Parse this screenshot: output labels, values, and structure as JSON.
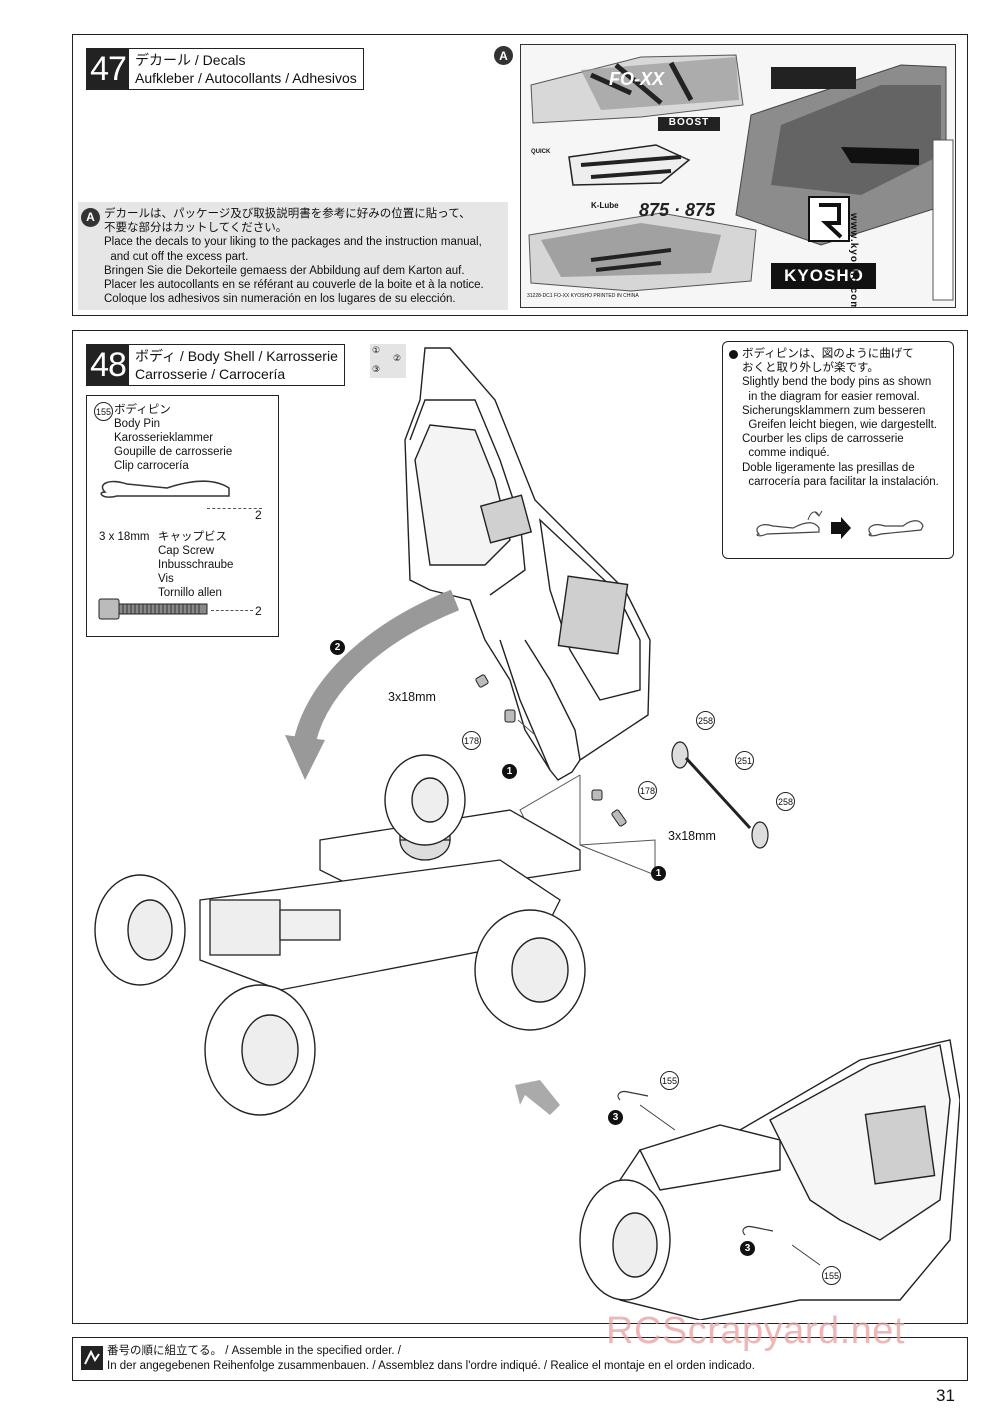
{
  "step47": {
    "number": "47",
    "title_line1": "デカール / Decals",
    "title_line2": "Aufkleber / Autocollants / Adhesivos",
    "badge": "A",
    "note_badge": "A",
    "note_lines": [
      "デカールは、パッケージ及び取扱説明書を参考に好みの位置に貼って、",
      "不要な部分はカットしてください。",
      "Place the decals to your liking to the packages and the instruction manual,",
      "  and cut off the excess part.",
      "Bringen Sie die Dekorteile gemaess der Abbildung auf dem Karton auf.",
      "Placer les autocollants en se référant au couverle de la boite et à la notice.",
      "Coloque los adhesivos sin numeración en los lugares de su elección."
    ],
    "decal_sheet": {
      "brand": "KYOSHO",
      "model_text": "FO-XX",
      "boost": "BOOST",
      "numbers": "875 · 875",
      "url": "www.kyosho.com",
      "small_print": "31228-DC1  FO-XX  KYOSHO  PRINTED IN CHINA",
      "quick_text": "QUICK",
      "klube_text": "K-Lube"
    }
  },
  "step48": {
    "number": "48",
    "title_line1": "ボディ / Body Shell / Karrosserie",
    "title_line2": "Carrosserie / Carrocería",
    "order_icon": [
      "①",
      "②",
      "③"
    ],
    "parts": {
      "p155_num": "155",
      "p155_names": [
        "ボディピン",
        "Body Pin",
        "Karosserieklammer",
        "Goupille de carrosserie",
        "Clip carrocería"
      ],
      "p155_qty": "2",
      "screw_size": "3 x 18mm",
      "screw_names": [
        "キャップビス",
        "Cap Screw",
        "Inbusschraube",
        "Vis",
        "Tornillo allen"
      ],
      "screw_qty": "2"
    },
    "tip_lines": [
      "ボディピンは、図のように曲げて",
      "おくと取り外しが楽です。",
      "Slightly bend the body pins as shown",
      "  in the diagram for easier removal.",
      "Sicherungsklammern zum besseren",
      "  Greifen leicht biegen, wie dargestellt.",
      "Courber les clips de carrosserie",
      "  comme indiqué.",
      "Doble ligeramente las presillas de",
      "  carrocería para facilitar la instalación."
    ],
    "callouts": {
      "screw_label_a": "3x18mm",
      "screw_label_b": "3x18mm",
      "p178a": "178",
      "p178b": "178",
      "p258a": "258",
      "p258b": "258",
      "p251": "251",
      "p155a": "155",
      "p155b": "155",
      "seq1a": "1",
      "seq1b": "1",
      "seq2": "2",
      "seq3a": "3",
      "seq3b": "3"
    }
  },
  "footer": {
    "line1": "番号の順に組立てる。 /  Assemble in the specified order. /",
    "line2": "In der angegebenen Reihenfolge zusammenbauen. / Assemblez dans l'ordre indiqué. / Realice el montaje en el orden indicado."
  },
  "watermark": "RCScrapyard.net",
  "page_number": "31"
}
